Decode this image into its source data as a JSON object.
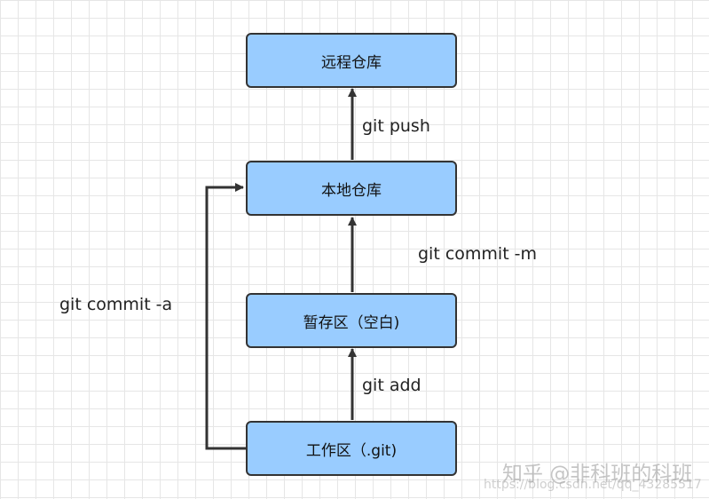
{
  "nodes": {
    "remote": "远程仓库",
    "local": "本地仓库",
    "staging": "暂存区（空白)",
    "workspace": "工作区（.git)"
  },
  "edges": {
    "push": "git push",
    "commit_m": "git commit -m",
    "commit_a": "git commit -a",
    "add": "git add"
  },
  "watermark": {
    "brand": "知乎 @非科班的科班",
    "url": "https://blog.csdn.net/qq_43285517"
  },
  "colors": {
    "node_fill": "#99ccff",
    "node_border": "#333333",
    "arrow": "#333333"
  }
}
